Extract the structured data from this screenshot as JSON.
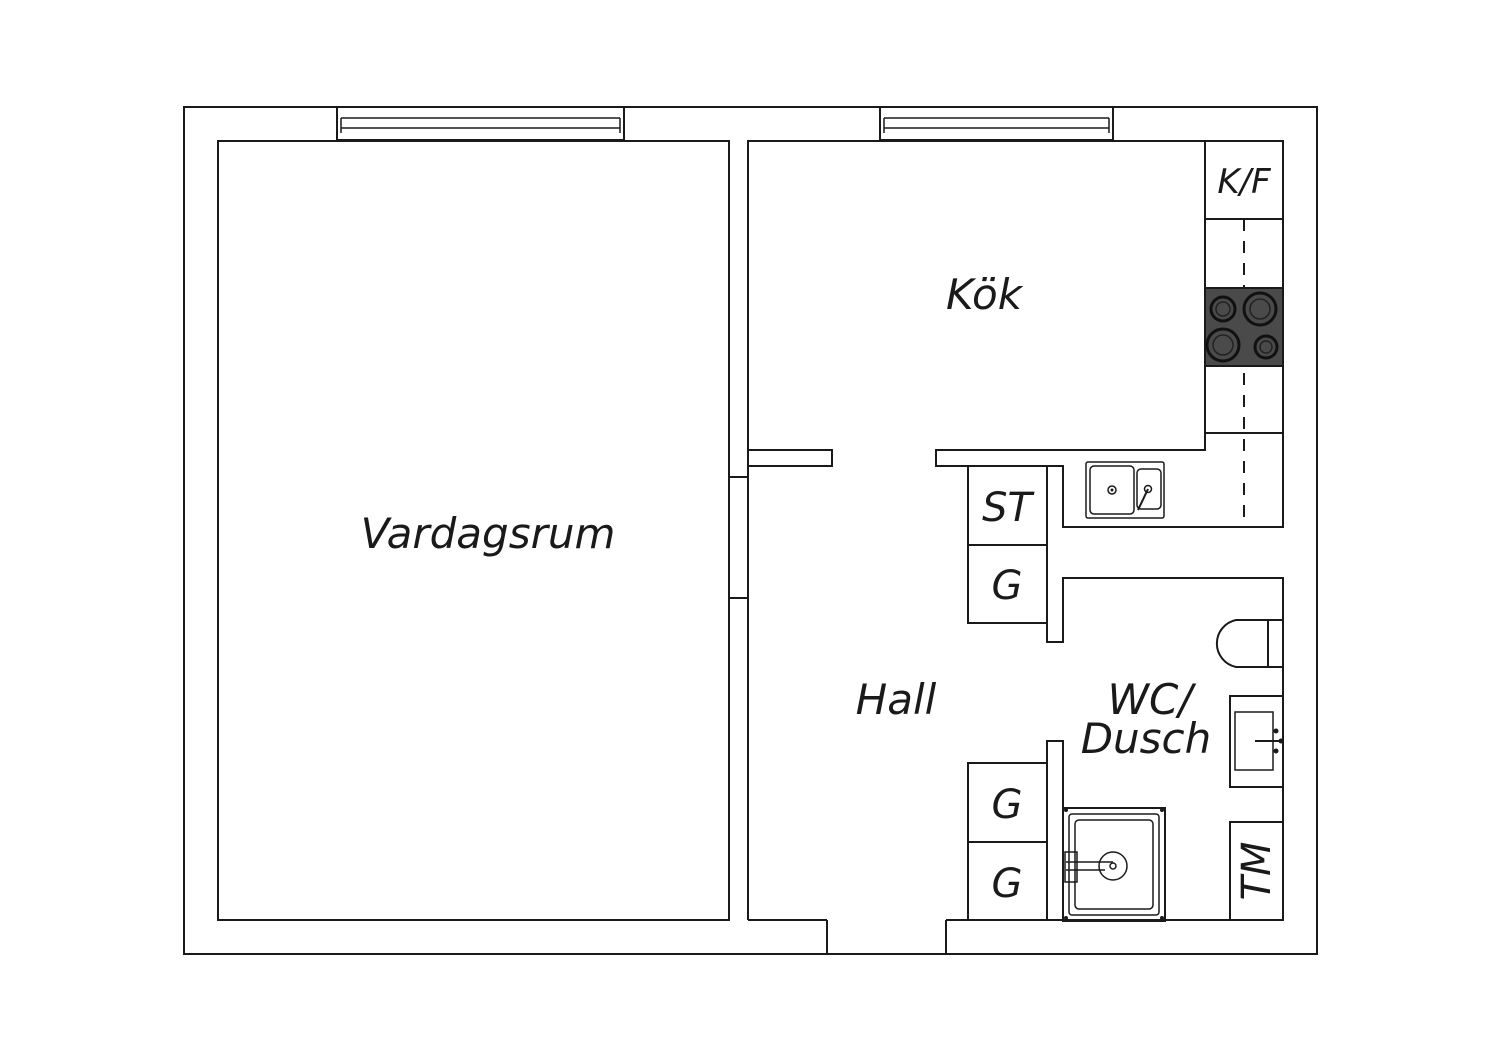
{
  "rooms": {
    "living_room": "Vardagsrum",
    "kitchen": "Kök",
    "hall": "Hall",
    "bath_line1": "WC/",
    "bath_line2": "Dusch"
  },
  "fixtures": {
    "fridge_freezer": "K/F",
    "wardrobe_st": "ST",
    "closet_g": "G",
    "washing_machine": "TM"
  },
  "colors": {
    "line": "#1a1a1a",
    "stove": "#4a4a4a",
    "background": "#ffffff"
  }
}
